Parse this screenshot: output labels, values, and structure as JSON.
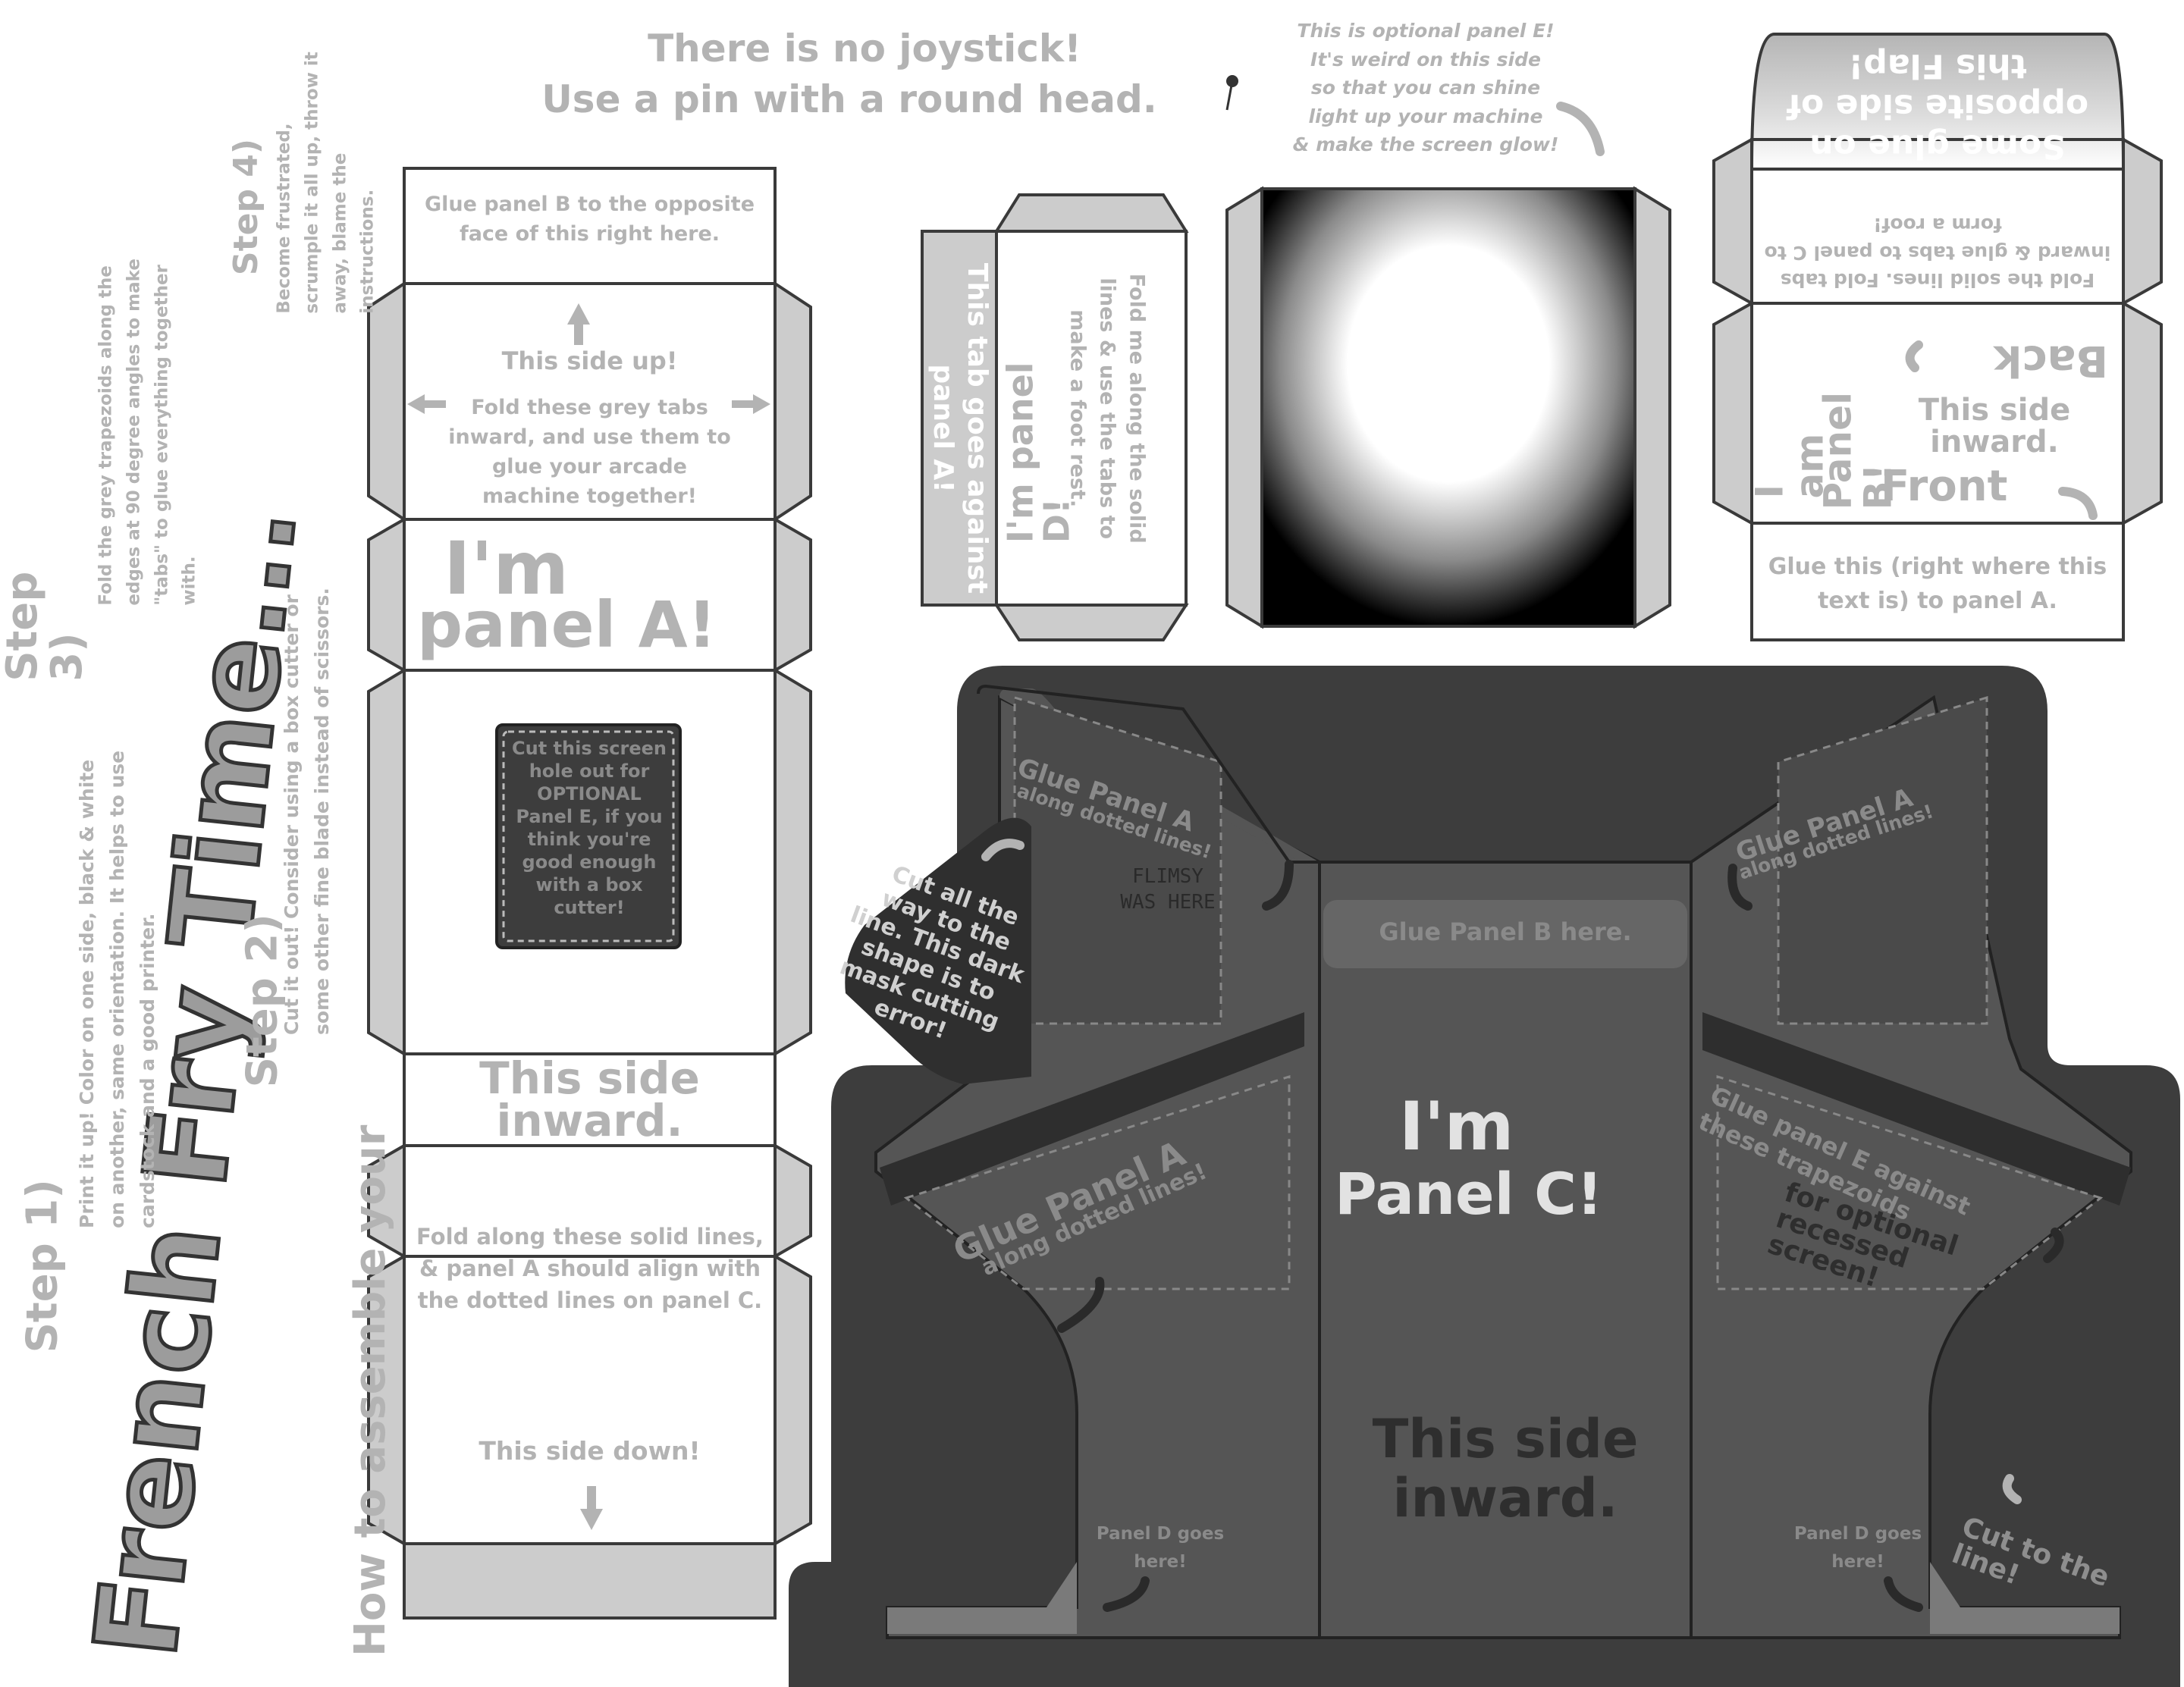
{
  "header": {
    "no_joystick_line1": "There is no joystick!",
    "no_joystick_line2": "Use a pin with a round head."
  },
  "panel_e_note": "This is optional panel E!\nIt's weird on this side\nso that you can shine\nlight up your machine\n& make the screen glow!",
  "title": {
    "how_to": "How to assemble your",
    "game_name": "French Fry Time..."
  },
  "steps": {
    "step1_label": "Step 1)",
    "step1_text": "Print it up! Color on one side, black & white on another, same orientation. It helps to use cardstock and a good printer.",
    "step2_label": "Step 2)",
    "step2_text": "Cut it out! Consider using a box cutter or some other fine blade instead of scissors.",
    "step3_label": "Step 3)",
    "step3_text": "Fold the grey trapezoids along the edges at 90 degree angles to make \"tabs\" to glue everything together with.",
    "step4_label": "Step 4)",
    "step4_text": "Become frustrated, scrumple it all up, throw it away, blame the instructions."
  },
  "panel_a": {
    "glue_b": "Glue panel B to the opposite face of this right here.",
    "side_up": "This side up!",
    "fold_tabs": "Fold these grey tabs inward, and use them to glue your arcade machine together!",
    "name_line1": "I'm",
    "name_line2": "panel A!",
    "screen_hole": "Cut this screen hole out for OPTIONAL Panel E, if you think you're good enough with a box cutter!",
    "side_inward_line1": "This side",
    "side_inward_line2": "inward.",
    "fold_align": "Fold along these solid lines, & panel A should align with the dotted lines on panel C.",
    "side_down": "This side down!"
  },
  "panel_d": {
    "tab_text": "This tab goes against panel A!",
    "name": "I'm panel D!",
    "instructions": "Fold me along the solid lines & use the tabs to make a foot rest."
  },
  "panel_b": {
    "flap_text": "Some glue on opposite side of this Flap!",
    "fold_text": "Fold the solid lines. Fold tabs inward & glue tabs to panel C to form a roof!",
    "back": "Back",
    "name_line1": "I am",
    "name_line2": "Panel B!",
    "side_inward": "This side inward.",
    "front": "Front",
    "glue_a": "Glue this (right where this text is) to panel A."
  },
  "panel_c": {
    "glue_a_top_left_1": "Glue Panel A",
    "glue_a_top_left_2": "along dotted lines!",
    "glue_a_top_right_1": "Glue Panel A",
    "glue_a_top_right_2": "along dotted lines!",
    "glue_b": "Glue Panel B here.",
    "flimsy": "FLIMSY WAS HERE",
    "cut_note": "Cut all the way to the line. This dark shape is to mask cutting error!",
    "name_line1": "I'm",
    "name_line2": "Panel C!",
    "glue_a_mid_left_1": "Glue Panel A",
    "glue_a_mid_left_2": "along dotted lines!",
    "glue_e_right": "Glue panel E against these trapezoids",
    "for_optional": "for optional recessed screen!",
    "side_inward_line1": "This side",
    "side_inward_line2": "inward.",
    "panel_d_left": "Panel D goes here!",
    "panel_d_right": "Panel D goes here!",
    "cut_line": "Cut to the line!"
  },
  "colors": {
    "grey_tab": "#cccccc",
    "outline": "#3a3a3a",
    "dark_mask": "#3d3d3d",
    "panel_c_face": "#555555",
    "light_text": "#b3b3b3"
  }
}
